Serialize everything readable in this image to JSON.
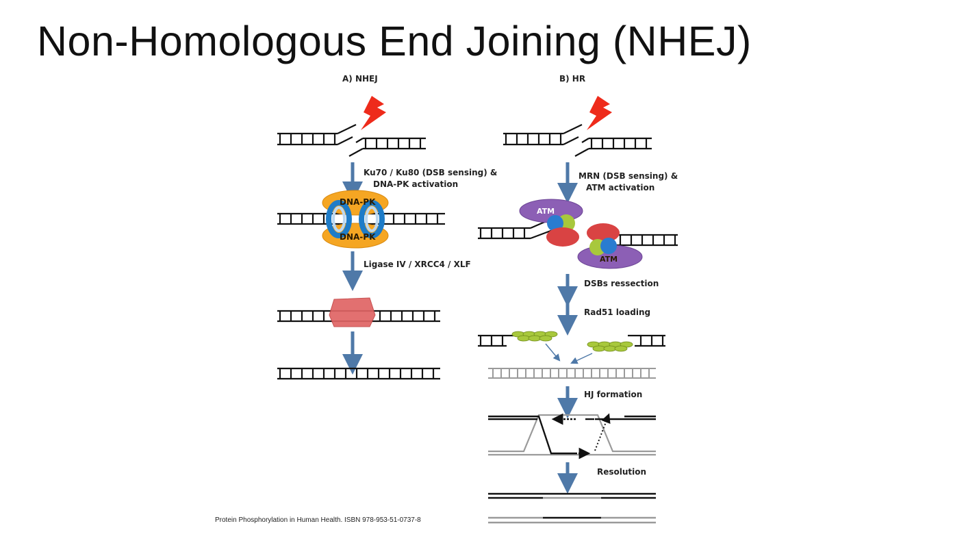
{
  "slide": {
    "title": "Non-Homologous End Joining (NHEJ)",
    "citation": "Protein Phosphorylation in Human Health. ISBN 978-953-51-0737-8"
  },
  "figure": {
    "panel_a": {
      "heading": "A) NHEJ",
      "step1_line1": "Ku70 / Ku80 (DSB sensing) &",
      "step1_line2": "DNA-PK activation",
      "dnapk_top": "DNA-PK",
      "dnapk_bottom": "DNA-PK",
      "step2": "Ligase IV / XRCC4 / XLF"
    },
    "panel_b": {
      "heading": "B) HR",
      "step1_line1": "MRN (DSB sensing) &",
      "step1_line2": "ATM activation",
      "atm_top": "ATM",
      "atm_bottom": "ATM",
      "step2": "DSBs ressection",
      "step3": "Rad51 loading",
      "step4": "HJ formation",
      "step5": "Resolution"
    },
    "colors": {
      "arrow": "#4f79a8",
      "lightning": "#ee2b1b",
      "dnapk": "#f5a623",
      "ku_ring": "#1e7cc8",
      "ligase": "#d9504f",
      "atm": "#8c5fb5",
      "rad51": "#a8c83c",
      "template": "#999999"
    }
  }
}
